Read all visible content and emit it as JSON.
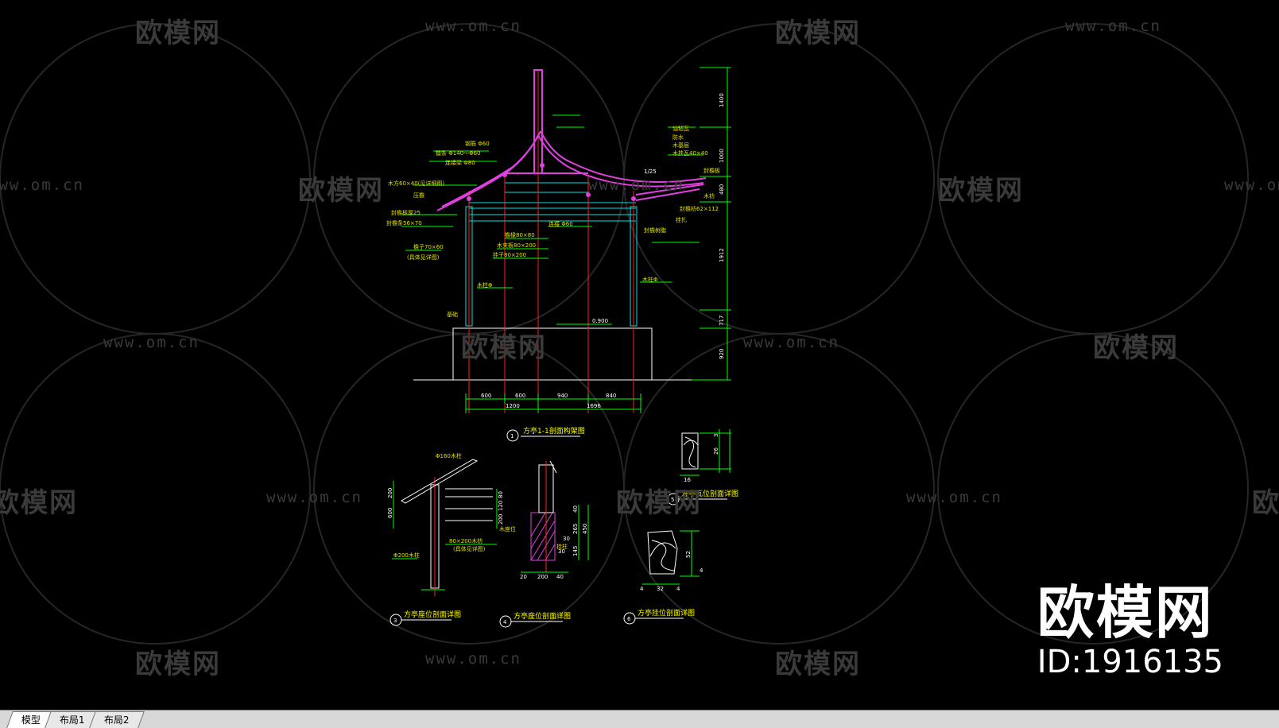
{
  "watermark": {
    "logo_text": "欧模网",
    "url_text": "www.om.cn"
  },
  "brand": {
    "name": "欧模网",
    "id": "ID:1916135"
  },
  "tabs": [
    {
      "label": "模型",
      "active": true
    },
    {
      "label": "布局1",
      "active": false
    },
    {
      "label": "布局2",
      "active": false
    }
  ],
  "drawing": {
    "titles": {
      "main_section": "方亭1-1剖面构架图",
      "detail3": "方亭座位剖面详图",
      "detail4": "方亭座位剖面详图",
      "detail5": "方亭瓦位剖面详图",
      "detail6": "方亭挂位剖面详图"
    },
    "title_numbers": [
      "1",
      "3",
      "4",
      "5",
      "6"
    ],
    "bottom_dimensions": [
      "600",
      "600",
      "940",
      "840",
      "1200",
      "1696"
    ],
    "side_dimensions": [
      "1400",
      "1000",
      "480",
      "1912",
      "717",
      "920"
    ],
    "elevation_mark": "0.900",
    "left_annotations": [
      "钢筋 Φ60",
      "檩条 Φ140～Φ60",
      "连接梁 Φ80",
      "木方60×40(见详细图)",
      "压檐",
      "封檐板厚25",
      "封檐条56×70",
      "檐子70×60",
      "(具体见详图)"
    ],
    "mid_annotations": [
      "檐椽80×80",
      "木夹板80×200",
      "挂子80×200",
      "连接 Φ60"
    ],
    "right_annotations": [
      "油毡瓦",
      "防水",
      "木基层",
      "木挂瓦40×40",
      "封檐板",
      "木枋",
      "封檐枋62×112",
      "挂扎",
      "封檐树脂"
    ],
    "column_labels": [
      "木柱Φ",
      "木柱Φ",
      "基础"
    ],
    "slope_label": "1/25",
    "detail_labels": [
      "Φ160木柱",
      "80×200木枋",
      "(具体见详图)",
      "Φ200木柱",
      "木座位",
      "挂柱"
    ],
    "detail_dimensions": [
      "200",
      "600",
      "80",
      "200",
      "120",
      "200",
      "40",
      "265",
      "450",
      "145",
      "20",
      "200",
      "40",
      "30",
      "30",
      "3",
      "26",
      "16",
      "52",
      "4",
      "4",
      "32",
      "4"
    ]
  }
}
